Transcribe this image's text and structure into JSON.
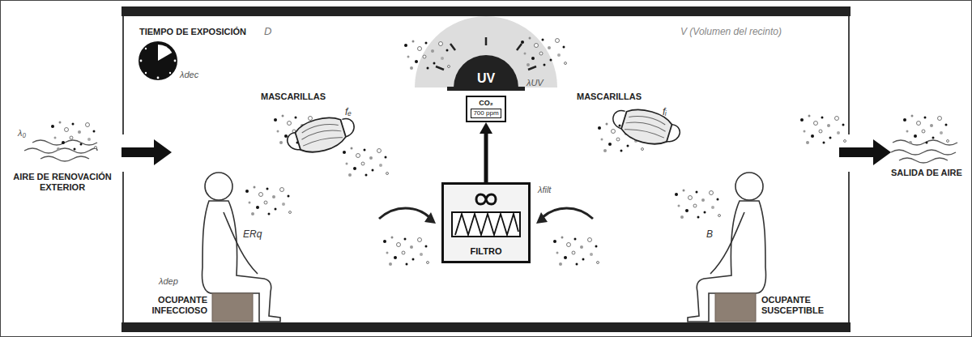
{
  "diagram": {
    "nodes": [
      {
        "text": [
          "UV"
        ]
      },
      {
        "text": [
          "CO₂",
          "700 ppm"
        ]
      },
      {
        "text": [
          "FILTRO"
        ]
      }
    ],
    "edges": [
      {
        "from": 2,
        "to": 1,
        "arrow": "to"
      }
    ],
    "labels": [
      "TIEMPO DE EXPOSICIÓN",
      "D",
      "λdec",
      "V (Volumen del recinto)",
      "MASCARILLAS",
      "fₑ",
      "MASCARILLAS",
      "fᵢ",
      "λ₀",
      "AIRE DE RENOVACIÓN EXTERIOR",
      "ERq",
      "λdep",
      "OCUPANTE INFECCIOSO",
      "B",
      "OCUPANTE SUSCEPTIBLE",
      "SALIDA DE AIRE",
      "λUV",
      "λfilt"
    ]
  }
}
